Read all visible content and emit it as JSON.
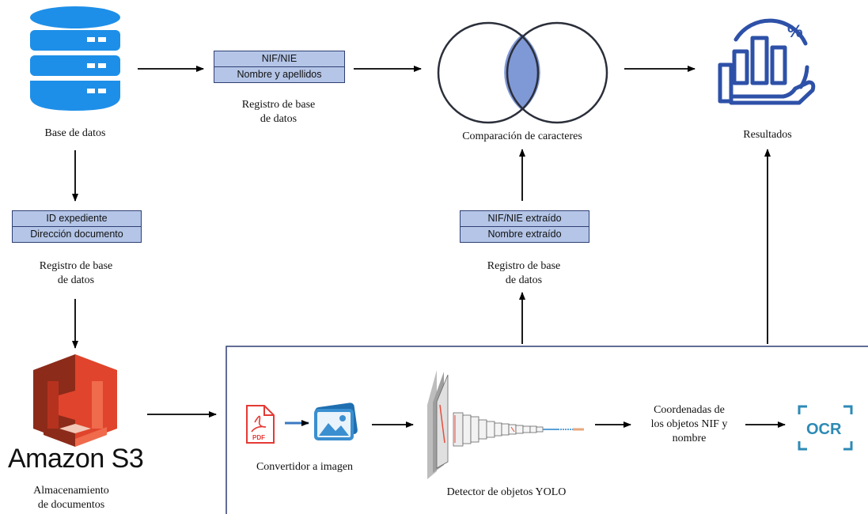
{
  "nodes": {
    "database": {
      "caption": "Base de datos",
      "icon": "database-icon"
    },
    "record_top": {
      "fields": [
        "NIF/NIE",
        "Nombre y apellidos"
      ],
      "caption": "Registro de base\nde datos"
    },
    "compare": {
      "caption": "Comparación de caracteres",
      "icon": "venn-diagram-icon"
    },
    "results": {
      "caption": "Resultados",
      "icon": "results-chart-icon"
    },
    "record_left": {
      "fields": [
        "ID expediente",
        "Dirección documento"
      ],
      "caption": "Registro de base\nde datos"
    },
    "record_mid": {
      "fields": [
        "NIF/NIE extraído",
        "Nombre extraído"
      ],
      "caption": "Registro de base\nde datos"
    },
    "s3": {
      "logo_text": "Amazon S3",
      "caption": "Almacenamiento\nde documentos",
      "icon": "amazon-s3-icon"
    },
    "converter": {
      "caption": "Convertidor a imagen",
      "pdf_tag": "PDF",
      "icons": [
        "pdf-file-icon",
        "image-icon"
      ]
    },
    "yolo": {
      "caption": "Detector de objetos YOLO",
      "icon": "neural-network-icon"
    },
    "coords": {
      "caption": "Coordenadas de\nlos objetos NIF y\nnombre"
    },
    "ocr": {
      "text": "OCR",
      "icon": "ocr-icon"
    }
  },
  "colors": {
    "database_blue": "#1e8fe8",
    "record_fill": "#b4c5e7",
    "record_border": "#2f3f73",
    "venn_overlap": "#7f98d6",
    "results_blue": "#2e51a8",
    "s3_red": "#e0442c",
    "pdf_red": "#e53935",
    "image_blue": "#3a8fd0",
    "ocr_blue": "#2d8ab5",
    "pipeline_border": "#2f3f73"
  }
}
